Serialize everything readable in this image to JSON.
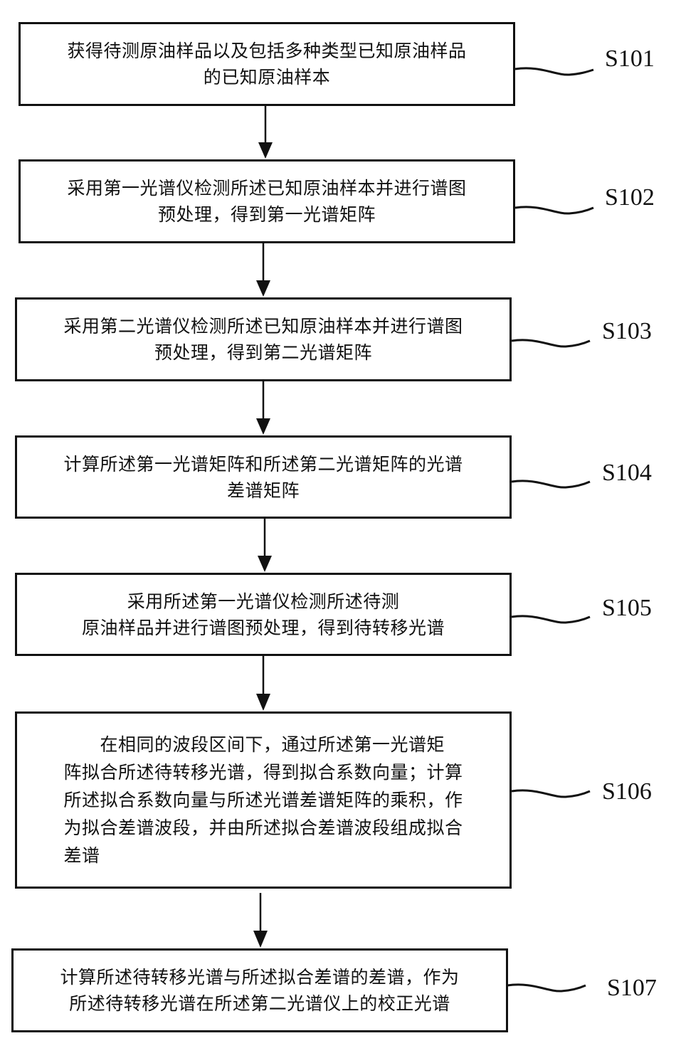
{
  "diagram": {
    "type": "flowchart",
    "steps": [
      {
        "id": "S101",
        "label": "S101",
        "lines": [
          "获得待测原油样品以及包括多种类型已知原油样品",
          "的已知原油样本"
        ]
      },
      {
        "id": "S102",
        "label": "S102",
        "lines": [
          "采用第一光谱仪检测所述已知原油样本并进行谱图",
          "预处理，得到第一光谱矩阵"
        ]
      },
      {
        "id": "S103",
        "label": "S103",
        "lines": [
          "采用第二光谱仪检测所述已知原油样本并进行谱图",
          "预处理，得到第二光谱矩阵"
        ]
      },
      {
        "id": "S104",
        "label": "S104",
        "lines": [
          "计算所述第一光谱矩阵和所述第二光谱矩阵的光谱",
          "差谱矩阵"
        ]
      },
      {
        "id": "S105",
        "label": "S105",
        "lines": [
          "采用所述第一光谱仪检测所述待测",
          "原油样品并进行谱图预处理，得到待转移光谱"
        ]
      },
      {
        "id": "S106",
        "label": "S106",
        "lines": [
          "　　在相同的波段区间下，通过所述第一光谱矩",
          "阵拟合所述待转移光谱，得到拟合系数向量；计算",
          "所述拟合系数向量与所述光谱差谱矩阵的乘积，作",
          "为拟合差谱波段，并由所述拟合差谱波段组成拟合",
          "差谱"
        ]
      },
      {
        "id": "S107",
        "label": "S107",
        "lines": [
          "计算所述待转移光谱与所述拟合差谱的差谱，作为",
          "所述待转移光谱在所述第二光谱仪上的校正光谱"
        ]
      }
    ],
    "edges": [
      {
        "from": "S101",
        "to": "S102"
      },
      {
        "from": "S102",
        "to": "S103"
      },
      {
        "from": "S103",
        "to": "S104"
      },
      {
        "from": "S104",
        "to": "S105"
      },
      {
        "from": "S105",
        "to": "S106"
      },
      {
        "from": "S106",
        "to": "S107"
      }
    ]
  }
}
